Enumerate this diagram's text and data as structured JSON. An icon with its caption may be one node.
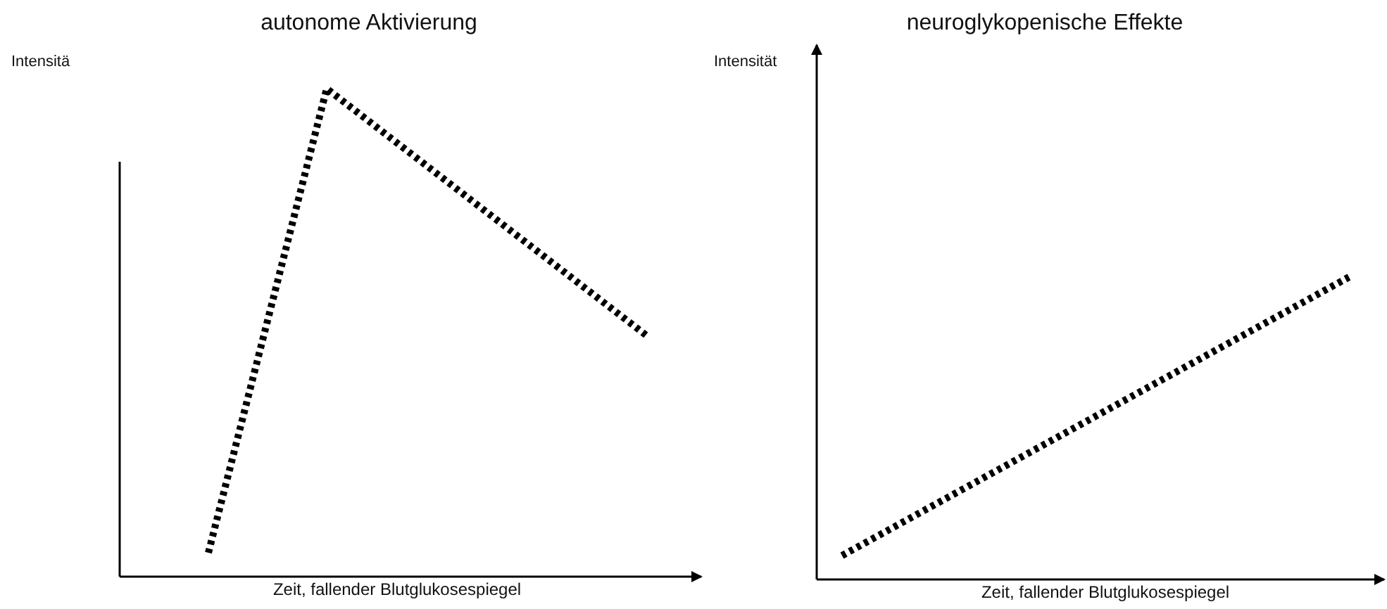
{
  "diagram": {
    "labels": [
      "autonome Aktivierung",
      "neuroglykopenische Effekte",
      "Intensitä",
      "Intensität",
      "Zeit, fallender Blutglukosespiegel",
      "Zeit, fallender Blutglukosespiegel"
    ]
  }
}
